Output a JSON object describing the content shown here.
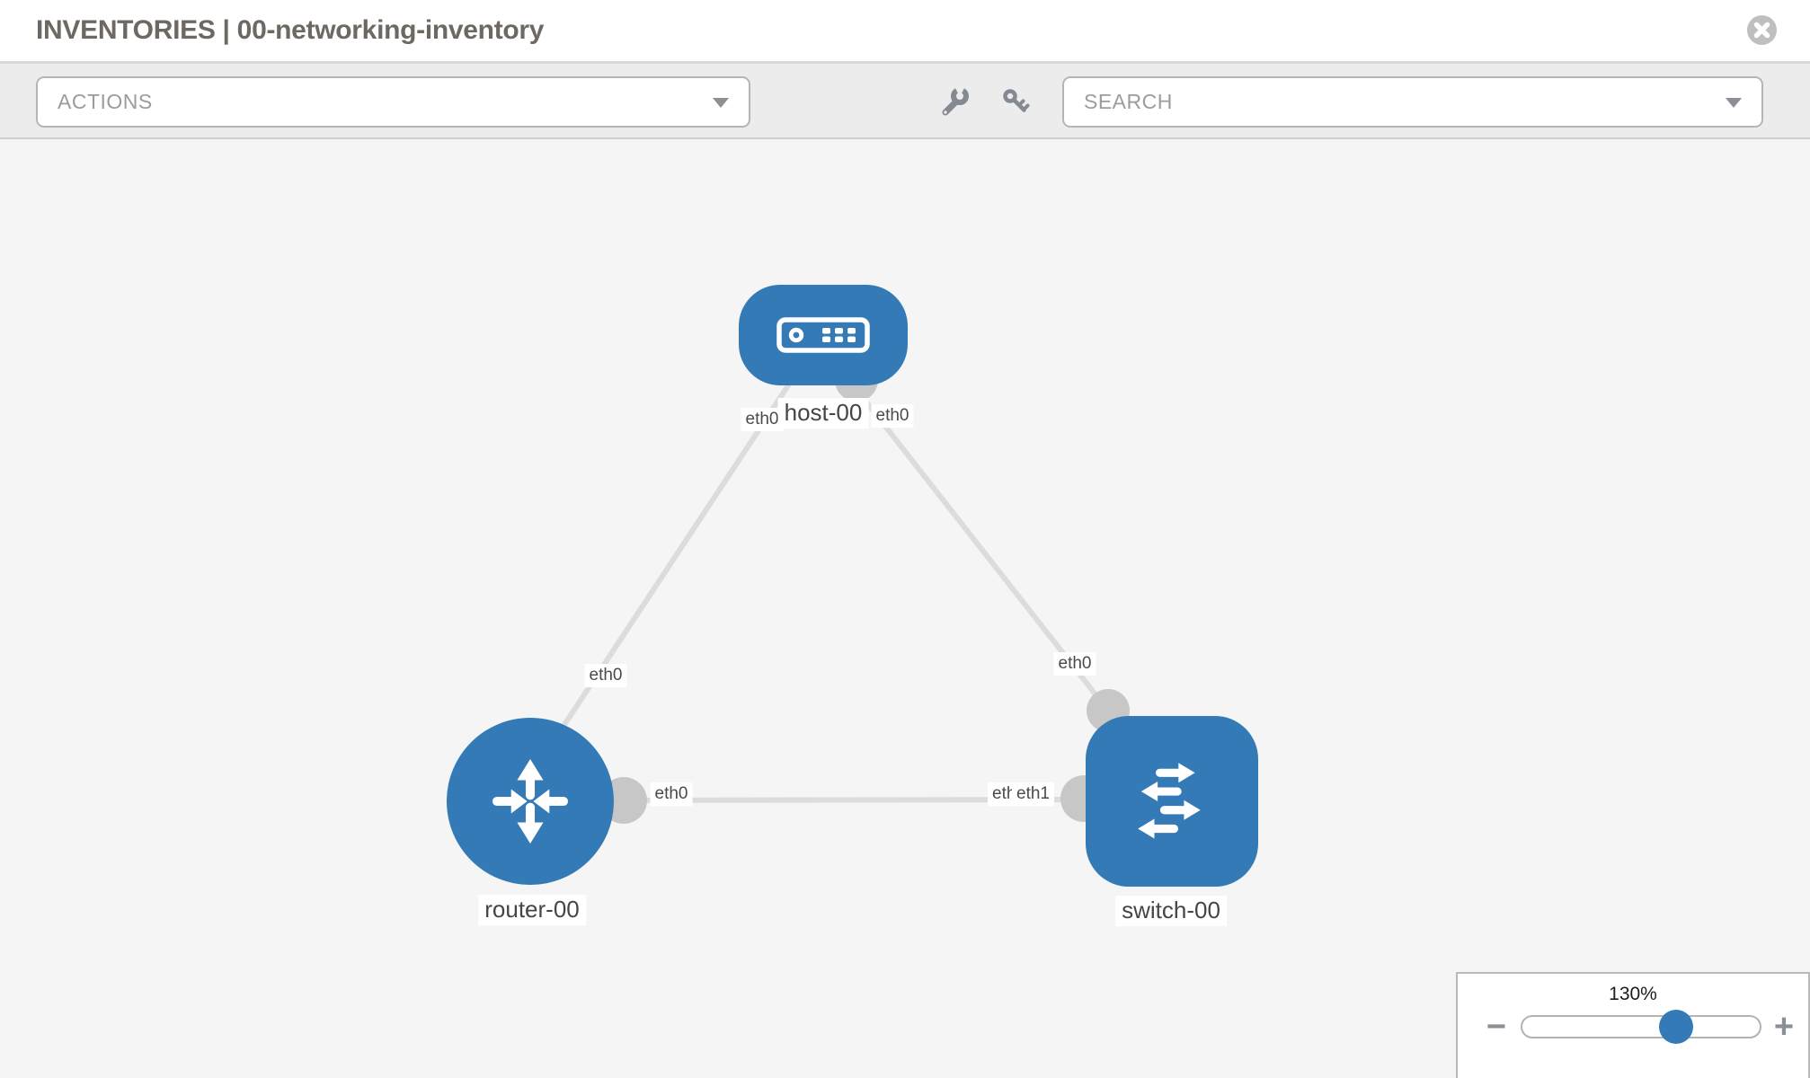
{
  "window": {
    "title": "INVENTORIES | 00-networking-inventory"
  },
  "toolbar": {
    "actions_label": "ACTIONS",
    "search_label": "SEARCH"
  },
  "icons": {
    "close": "x-circle-icon",
    "wrench": "wrench-icon",
    "key": "key-icon",
    "dropdown": "caret-down-icon",
    "host": "host-device-icon",
    "router": "router-arrows-icon",
    "switch": "switch-arrows-icon"
  },
  "topology": {
    "nodes": [
      {
        "name": "host-00",
        "type": "host"
      },
      {
        "name": "router-00",
        "type": "router"
      },
      {
        "name": "switch-00",
        "type": "switch"
      }
    ],
    "links": [
      {
        "from": "host-00",
        "to": "router-00"
      },
      {
        "from": "host-00",
        "to": "switch-00"
      },
      {
        "from": "router-00",
        "to": "switch-00"
      }
    ],
    "interface_labels": {
      "host_left": "eth0",
      "host_right": "eth0",
      "host_router_mid": "eth0",
      "host_switch_mid": "eth0",
      "router_end": "eth0",
      "switch_end_under": "eth0",
      "switch_end_over": "eth1"
    }
  },
  "zoom_control": {
    "level": "130%",
    "minus_label": "−",
    "plus_label": "+"
  },
  "colors": {
    "node_blue": "#337ab7",
    "link_gray": "#dcdcdc",
    "stub_gray": "#c7c7c7",
    "icon_gray": "#848992",
    "canvas_bg": "#f5f5f5",
    "toolbar_bg": "#ececec"
  }
}
